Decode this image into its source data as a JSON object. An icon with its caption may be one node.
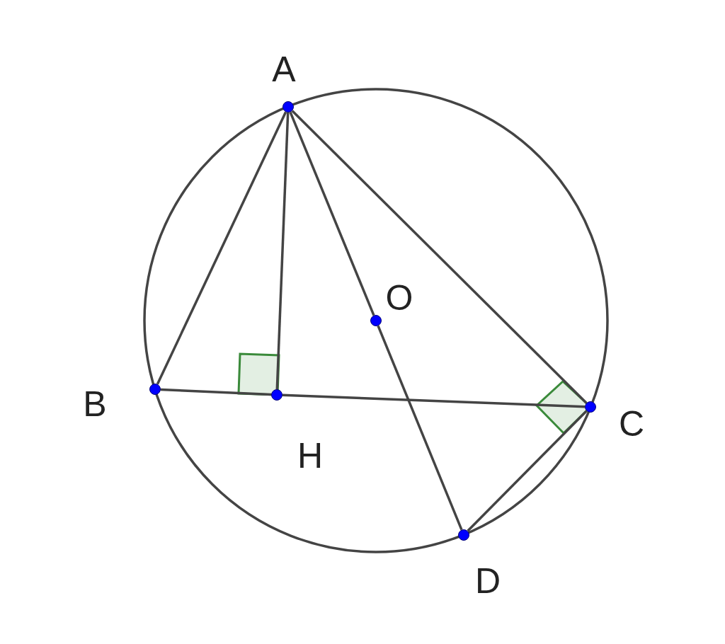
{
  "diagram": {
    "nodes": [
      {
        "text": [
          "A"
        ]
      },
      {
        "text": [
          "B"
        ]
      },
      {
        "text": [
          "H"
        ]
      },
      {
        "text": [
          "C"
        ]
      },
      {
        "text": [
          "D"
        ]
      },
      {
        "text": [
          "O"
        ]
      }
    ],
    "edges": [
      {
        "from": 0,
        "to": 1,
        "arrow": "none"
      },
      {
        "from": 0,
        "to": 2,
        "arrow": "none"
      },
      {
        "from": 0,
        "to": 5,
        "arrow": "none"
      },
      {
        "from": 5,
        "to": 4,
        "arrow": "none"
      },
      {
        "from": 0,
        "to": 3,
        "arrow": "none"
      },
      {
        "from": 1,
        "to": 2,
        "arrow": "none"
      },
      {
        "from": 2,
        "to": 3,
        "arrow": "none"
      },
      {
        "from": 3,
        "to": 4,
        "arrow": "none"
      }
    ]
  }
}
